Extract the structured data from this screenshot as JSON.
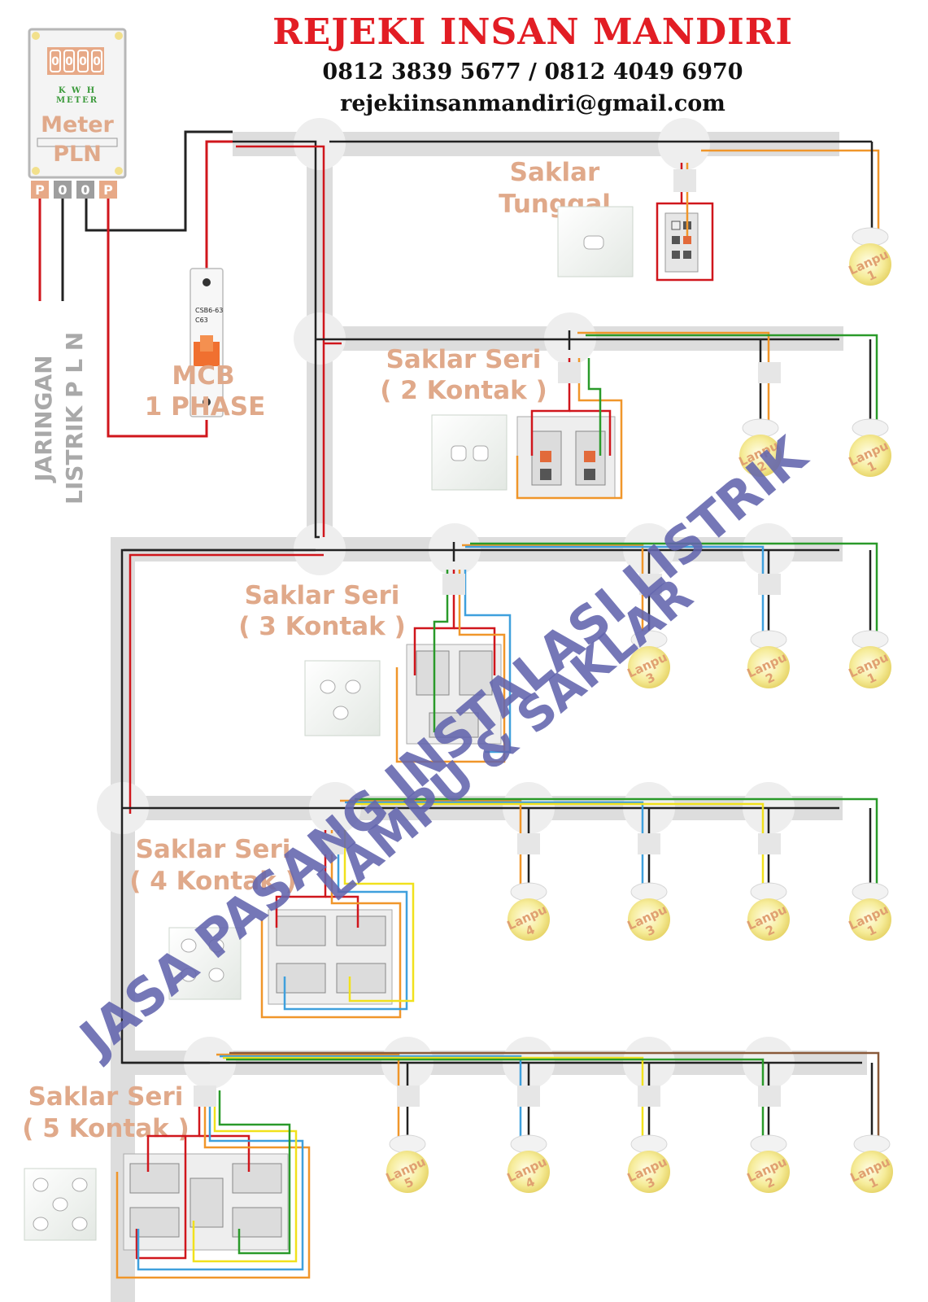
{
  "header": {
    "company": "REJEKI  INSAN  MANDIRI",
    "phones": "0812 3839 5677  /  0812 4049 6970",
    "email": "rejekiinsanmandiri@gmail.com"
  },
  "meter": {
    "digits": [
      "0",
      "0",
      "0",
      "0"
    ],
    "kwh_line1": "K W H",
    "kwh_line2": "METER",
    "label_line1": "Meter",
    "label_line2": "PLN",
    "terminals": [
      "P",
      "0",
      "0",
      "P"
    ]
  },
  "grid_label": {
    "line1": "JARINGAN",
    "line2": "LISTRIK  P L N"
  },
  "mcb": {
    "model": "CSB6-63",
    "rating": "C63",
    "label_line1": "MCB",
    "label_line2": "1 PHASE"
  },
  "sections": [
    {
      "title_line1": "Saklar",
      "title_line2": "Tunggal",
      "lamps": [
        "1"
      ]
    },
    {
      "title_line1": "Saklar Seri",
      "title_line2": "( 2 Kontak )",
      "lamps": [
        "2",
        "1"
      ]
    },
    {
      "title_line1": "Saklar Seri",
      "title_line2": "( 3 Kontak )",
      "lamps": [
        "3",
        "2",
        "1"
      ]
    },
    {
      "title_line1": "Saklar Seri",
      "title_line2": "( 4 Kontak )",
      "lamps": [
        "4",
        "3",
        "2",
        "1"
      ]
    },
    {
      "title_line1": "Saklar Seri",
      "title_line2": "( 5 Kontak )",
      "lamps": [
        "5",
        "4",
        "3",
        "2",
        "1"
      ]
    }
  ],
  "lamp_word": "Lanpu",
  "watermark": {
    "line1": "JASA PASANG INSTALASI LISTRIK",
    "line2": "LAMPU & SAKLAR"
  },
  "colors": {
    "title": "#e21d24",
    "label": "#e0a98a",
    "watermark": "#6264ad",
    "conduit": "#dddddd",
    "wire_phase": "#d0161c",
    "wire_neutral": "#1a1a1a",
    "wire_orange": "#f0962a",
    "wire_green": "#2a9a2a",
    "wire_blue": "#3fa0dd",
    "wire_yellow": "#f1e11c",
    "wire_brown": "#8a5a3a"
  }
}
